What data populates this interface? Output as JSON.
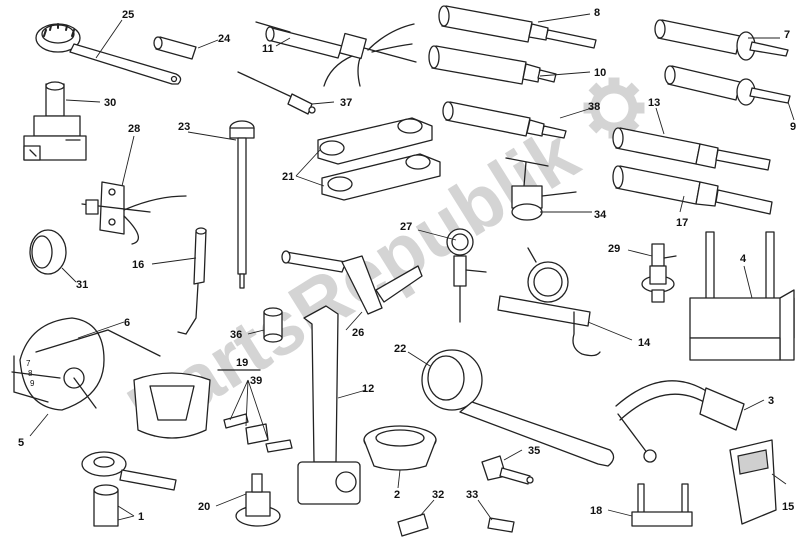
{
  "watermark": {
    "text": "PartsRepublik",
    "color": "#d4d4d4",
    "icon": "gear-icon"
  },
  "labels": {
    "l1": "1",
    "l2": "2",
    "l3": "3",
    "l4": "4",
    "l5": "5",
    "l6": "6",
    "l7": "7",
    "l8": "8",
    "l9": "9",
    "l10": "10",
    "l11": "11",
    "l12": "12",
    "l13": "13",
    "l14": "14",
    "l15": "15",
    "l16": "16",
    "l17": "17",
    "l18": "18",
    "l19": "19",
    "l20": "20",
    "l21": "21",
    "l22": "22",
    "l23": "23",
    "l24": "24",
    "l25": "25",
    "l26": "26",
    "l27": "27",
    "l28": "28",
    "l29": "29",
    "l30": "30",
    "l31": "31",
    "l32": "32",
    "l33": "33",
    "l34": "34",
    "l35": "35",
    "l36": "36",
    "l37": "37",
    "l38": "38",
    "l39": "39"
  },
  "dial_scale_numbers": [
    "7",
    "8",
    "9"
  ]
}
